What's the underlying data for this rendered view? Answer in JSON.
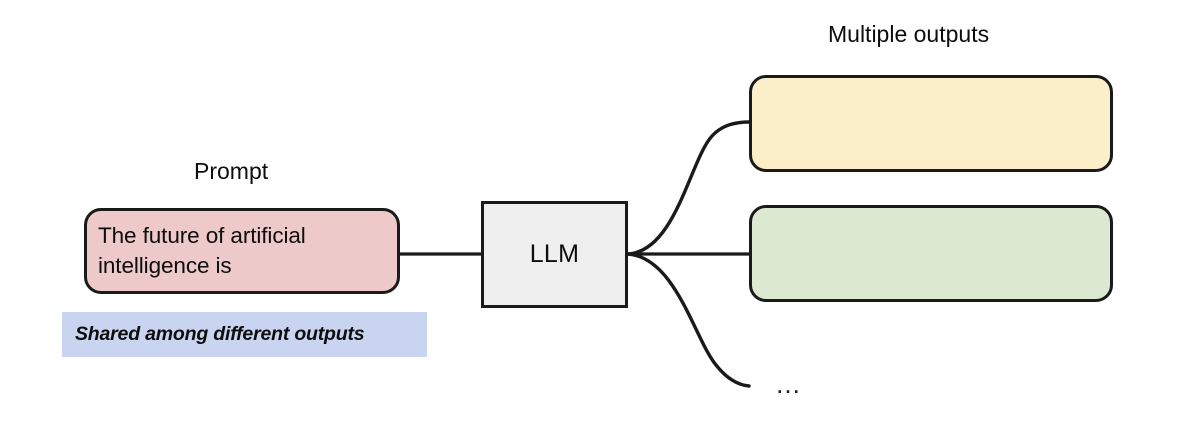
{
  "diagram": {
    "title_label": "Multiple outputs",
    "prompt_label": "Prompt",
    "prompt_text": "The future of artificial intelligence is",
    "model_label": "LLM",
    "shared_note": "Shared among different outputs",
    "ellipsis": "…",
    "nodes": [
      {
        "id": "prompt",
        "label": "The future of artificial intelligence is",
        "fill": "#edc9c9"
      },
      {
        "id": "llm",
        "label": "LLM",
        "fill": "#efefef"
      },
      {
        "id": "output1",
        "label": "",
        "fill": "#faefc8"
      },
      {
        "id": "output2",
        "label": "",
        "fill": "#dce8d0"
      }
    ],
    "colors": {
      "prompt_fill": "#edc9c9",
      "llm_fill": "#efefef",
      "output1_fill": "#faefc8",
      "output2_fill": "#dce8d0",
      "note_fill": "#c8d4f0",
      "stroke": "#1a1a1a",
      "background": "#ffffff",
      "text": "#0d0d0d"
    }
  }
}
